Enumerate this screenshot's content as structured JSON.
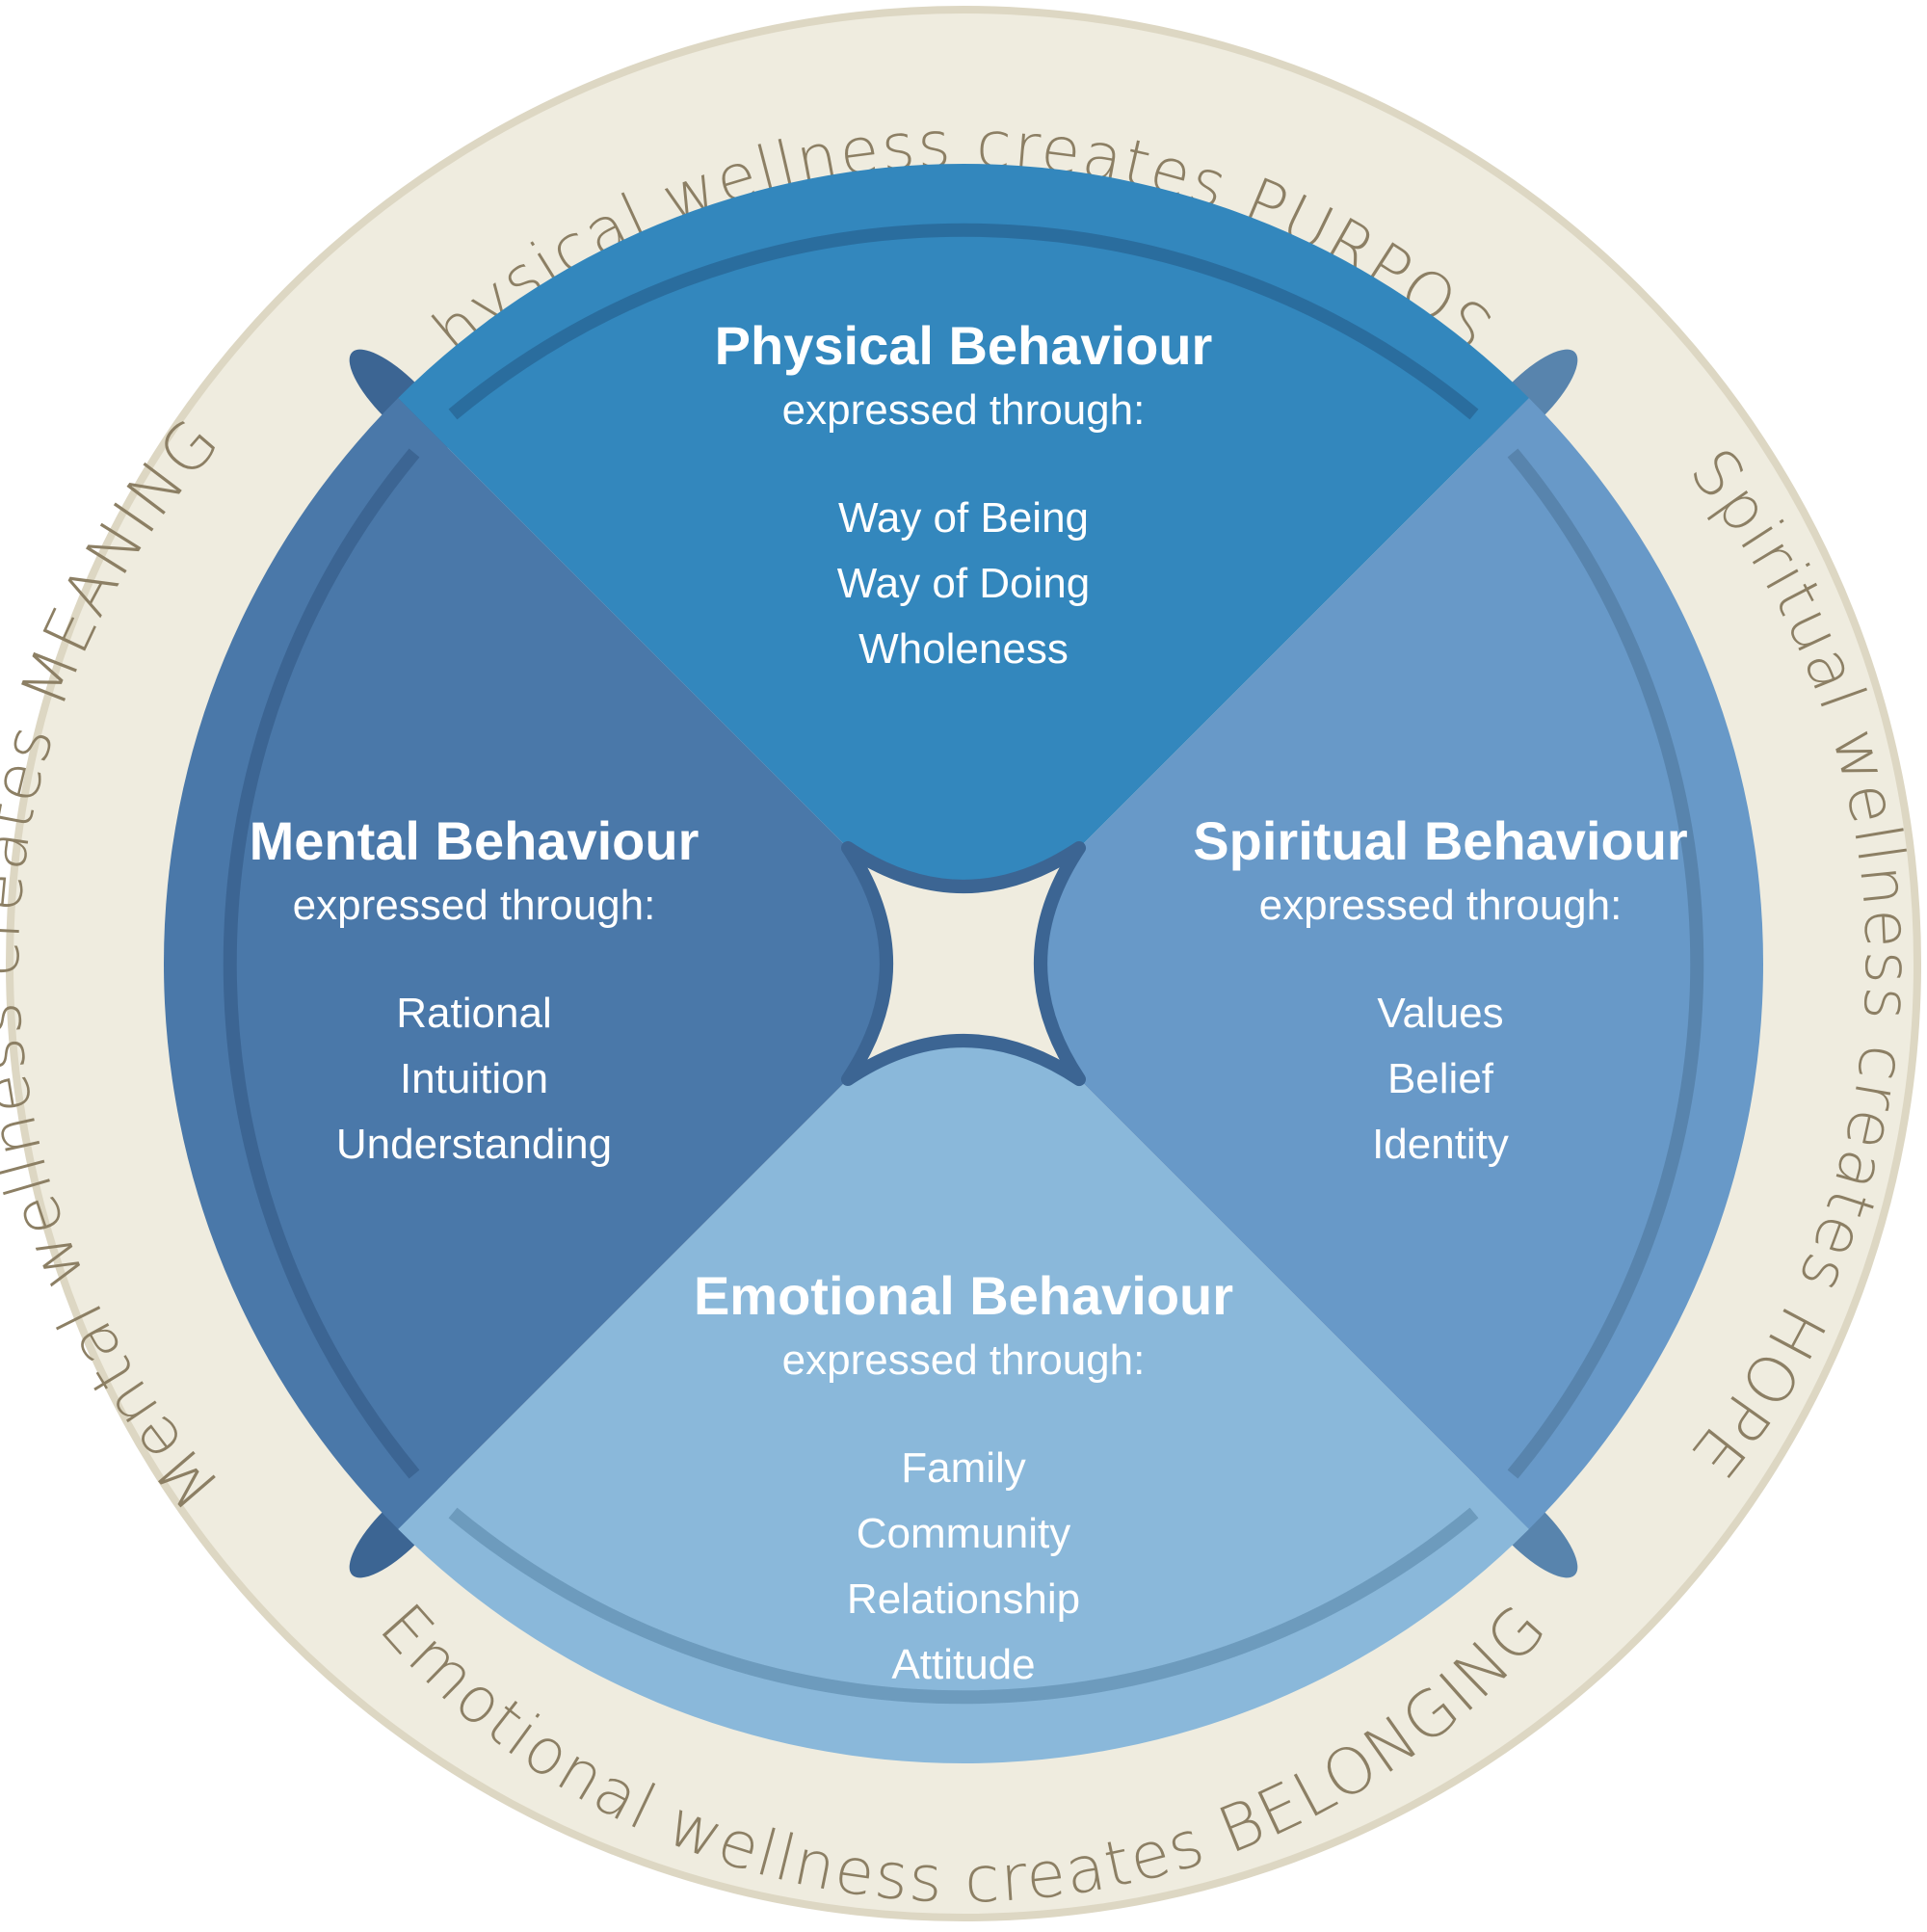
{
  "colors": {
    "ring_fill": "#efecdf",
    "ring_stroke": "#ddd7c3",
    "ring_text": "#8c7f64",
    "physical": "#3387bd",
    "physical_border": "#2a6d9e",
    "mental": "#4a78a9",
    "mental_border": "#3c6593",
    "spiritual": "#6899c8",
    "spiritual_border": "#5884ad",
    "emotional": "#8ab8da",
    "emotional_border": "#6d9bbd",
    "center": "#efecdf",
    "quadrant_text": "#ffffff"
  },
  "ring": {
    "top": "Physical wellness creates PURPOSE",
    "right": "Spiritual wellness creates HOPE",
    "bottom": "Emotional wellness creates BELONGING",
    "left": "Mental wellness creates MEANING"
  },
  "quadrants": {
    "physical": {
      "title": "Physical Behaviour",
      "subtitle": "expressed through:",
      "items": [
        "Way of Being",
        "Way of Doing",
        "Wholeness"
      ]
    },
    "mental": {
      "title": "Mental Behaviour",
      "subtitle": "expressed through:",
      "items": [
        "Rational",
        "Intuition",
        "Understanding"
      ]
    },
    "spiritual": {
      "title": "Spiritual Behaviour",
      "subtitle": "expressed through:",
      "items": [
        "Values",
        "Belief",
        "Identity"
      ]
    },
    "emotional": {
      "title": "Emotional Behaviour",
      "subtitle": "expressed through:",
      "items": [
        "Family",
        "Community",
        "Relationship",
        "Attitude"
      ]
    }
  }
}
